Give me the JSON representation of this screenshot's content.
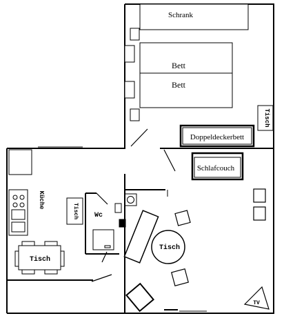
{
  "labels": {
    "schrank": "Schrank",
    "bett_1": "Bett",
    "bett_2": "Bett",
    "doppeldeckerbett": "Doppeldeckerbett",
    "schlafcouch": "Schlafcouch",
    "tisch_bedroom": "Tisch",
    "kueche": "Küche",
    "tisch_kitchen_small": "Tisch",
    "wc": "Wc",
    "tisch_dining": "Tisch",
    "tisch_round": "Tisch",
    "tv": "TV"
  },
  "colors": {
    "line": "#000000",
    "background": "#ffffff"
  }
}
